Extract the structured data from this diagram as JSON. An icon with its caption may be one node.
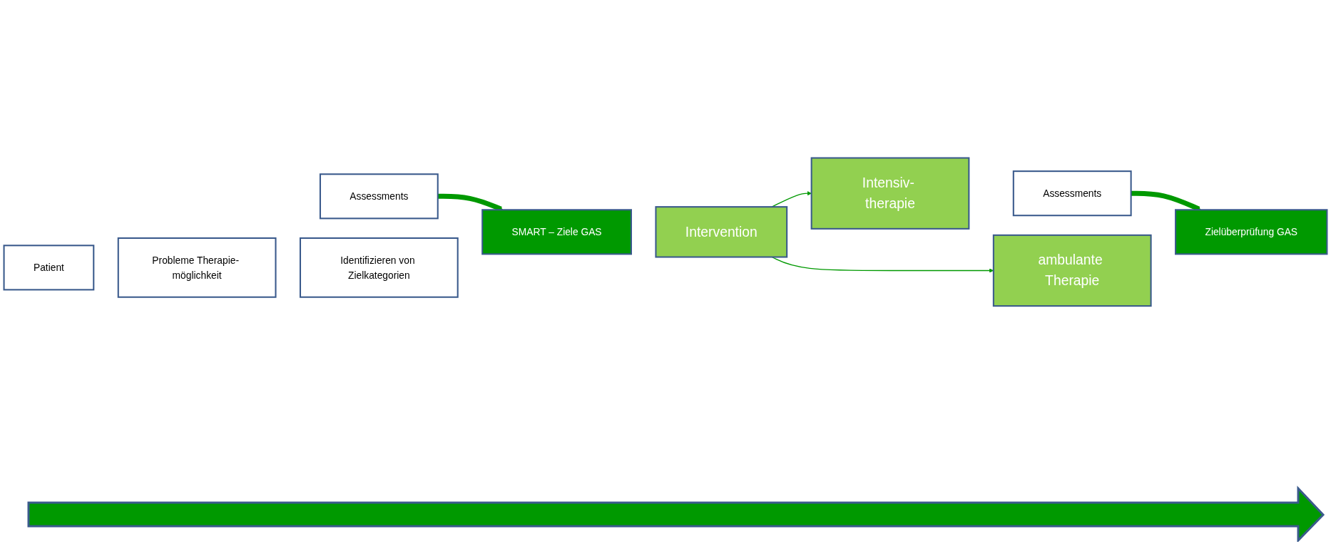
{
  "diagram": {
    "nodes": [
      {
        "text": [
          "Patient"
        ]
      },
      {
        "text": [
          "Probleme Therapie- möglichkeit"
        ]
      },
      {
        "text": [
          "Identifizieren von Zielkategorien"
        ]
      },
      {
        "text": [
          "SMART – Ziele GAS"
        ]
      },
      {
        "text": [
          "Intervention"
        ]
      },
      {
        "text": [
          "ambulante Therapie"
        ]
      },
      {
        "text": [
          "Intensiv- therapie"
        ]
      },
      {
        "text": [
          "Zielüberprüfung GAS"
        ]
      },
      {
        "text": [
          "Assessments"
        ]
      },
      {
        "text": [
          "Assessments"
        ]
      }
    ],
    "edges": [
      {
        "from": 4,
        "to": 5,
        "arrow": "to",
        "color": "#009900"
      },
      {
        "from": 4,
        "to": 6,
        "arrow": "to",
        "color": "#009900"
      },
      {
        "from": 8,
        "to": 3,
        "arrow": "to",
        "style": "thick",
        "color": "#009900"
      },
      {
        "from": 9,
        "to": 7,
        "arrow": "to",
        "style": "thick",
        "color": "#009900"
      }
    ]
  }
}
